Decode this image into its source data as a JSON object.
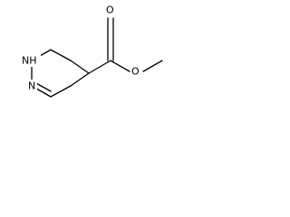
{
  "molecule": {
    "atoms": {
      "nh": {
        "element": "H",
        "prefix": "N",
        "label": "NH"
      },
      "n_ring": {
        "element": "N",
        "label": "N"
      },
      "o_carbonyl": {
        "element": "O",
        "label": "O"
      },
      "o_ester": {
        "element": "O",
        "label": "O"
      }
    },
    "bonds": [
      {
        "id": "ch2-nh",
        "order": 1
      },
      {
        "id": "nh-ch",
        "order": 1
      },
      {
        "id": "ch-n",
        "order": 2
      },
      {
        "id": "n-ch2",
        "order": 1
      },
      {
        "id": "ch2-c5",
        "order": 1
      },
      {
        "id": "c5-ch2",
        "order": 1
      },
      {
        "id": "c5-carbonyl-c",
        "order": 1
      },
      {
        "id": "carbonyl-c-o",
        "order": 2
      },
      {
        "id": "carbonyl-c-o-ester",
        "order": 1
      },
      {
        "id": "o-ester-methyl",
        "order": 1
      }
    ],
    "colors": {
      "bond": "#000000",
      "label": "#000000",
      "background": "#ffffff"
    }
  }
}
